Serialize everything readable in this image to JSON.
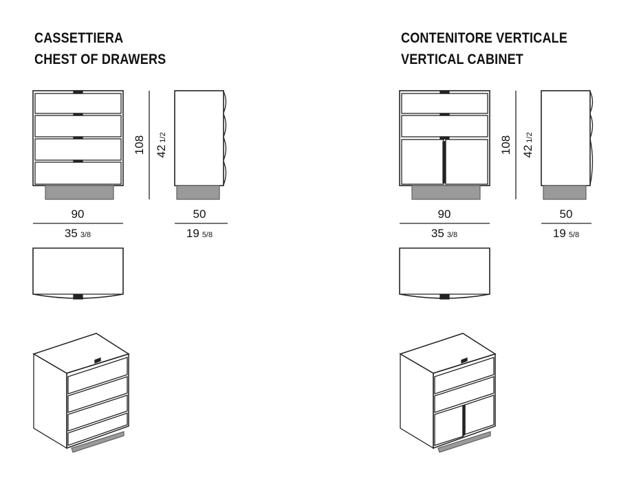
{
  "products": [
    {
      "title_it": "CASSETTIERA",
      "title_en": "CHEST OF DRAWERS",
      "width_cm": "90",
      "width_in": "35",
      "width_in_frac": "3/8",
      "height_cm": "108",
      "height_in": "42",
      "height_in_frac": "1/2",
      "depth_cm": "50",
      "depth_in": "19",
      "depth_in_frac": "5/8"
    },
    {
      "title_it": "CONTENITORE VERTICALE",
      "title_en": "VERTICAL CABINET",
      "width_cm": "90",
      "width_in": "35",
      "width_in_frac": "3/8",
      "height_cm": "108",
      "height_in": "42",
      "height_in_frac": "1/2",
      "depth_cm": "50",
      "depth_in": "19",
      "depth_in_frac": "5/8"
    }
  ],
  "colors": {
    "line": "#222222",
    "base": "#9a9a9a",
    "handle": "#222222"
  }
}
